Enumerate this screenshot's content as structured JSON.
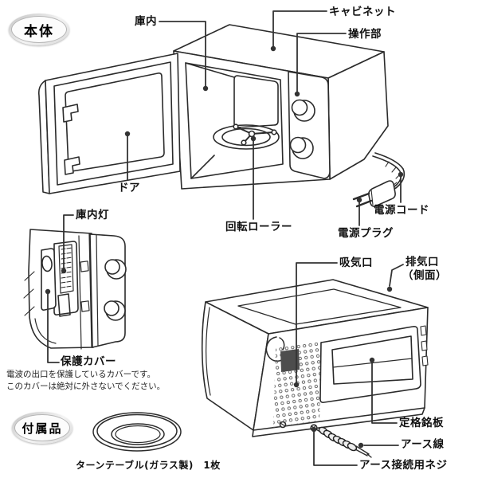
{
  "badges": {
    "main_unit": "本体",
    "accessories": "付属品"
  },
  "main_diagram": {
    "labels": {
      "cavity": "庫内",
      "cabinet": "キャビネット",
      "control_panel": "操作部",
      "door": "ドア",
      "roller": "回転ローラー",
      "power_cord": "電源コード",
      "power_plug": "電源プラグ"
    }
  },
  "lamp_diagram": {
    "labels": {
      "cavity_lamp": "庫内灯",
      "protective_cover": "保護カバー"
    },
    "note": {
      "line1": "電波の出口を保護しているカバーです。",
      "line2": "このカバーは絶対に外さないでください。"
    }
  },
  "rear_diagram": {
    "labels": {
      "intake_vent": "吸気口",
      "exhaust_vent": "排気口",
      "exhaust_vent_note": "（側面）",
      "rating_plate": "定格銘板",
      "earth_wire": "アース線",
      "earth_screw": "アース接続用ネジ"
    }
  },
  "accessories_section": {
    "turntable_caption": "ターンテーブル(ガラス製)　1枚"
  },
  "colors": {
    "line": "#2b2b2b",
    "leader": "#333333",
    "label_text": "#111111"
  }
}
